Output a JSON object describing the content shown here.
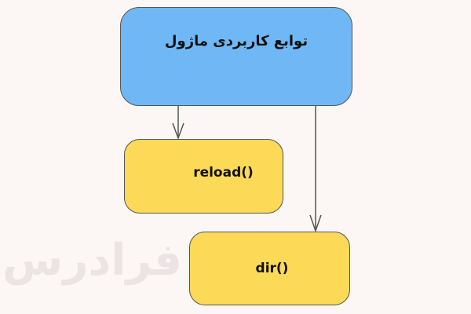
{
  "watermark": "فرادرس",
  "nodes": {
    "root": "توابع کاربردی ماژول",
    "reload": "reload()",
    "dir": "dir()"
  },
  "colors": {
    "root": "#6fb8f5",
    "child": "#fcd957",
    "edge": "#555555"
  }
}
